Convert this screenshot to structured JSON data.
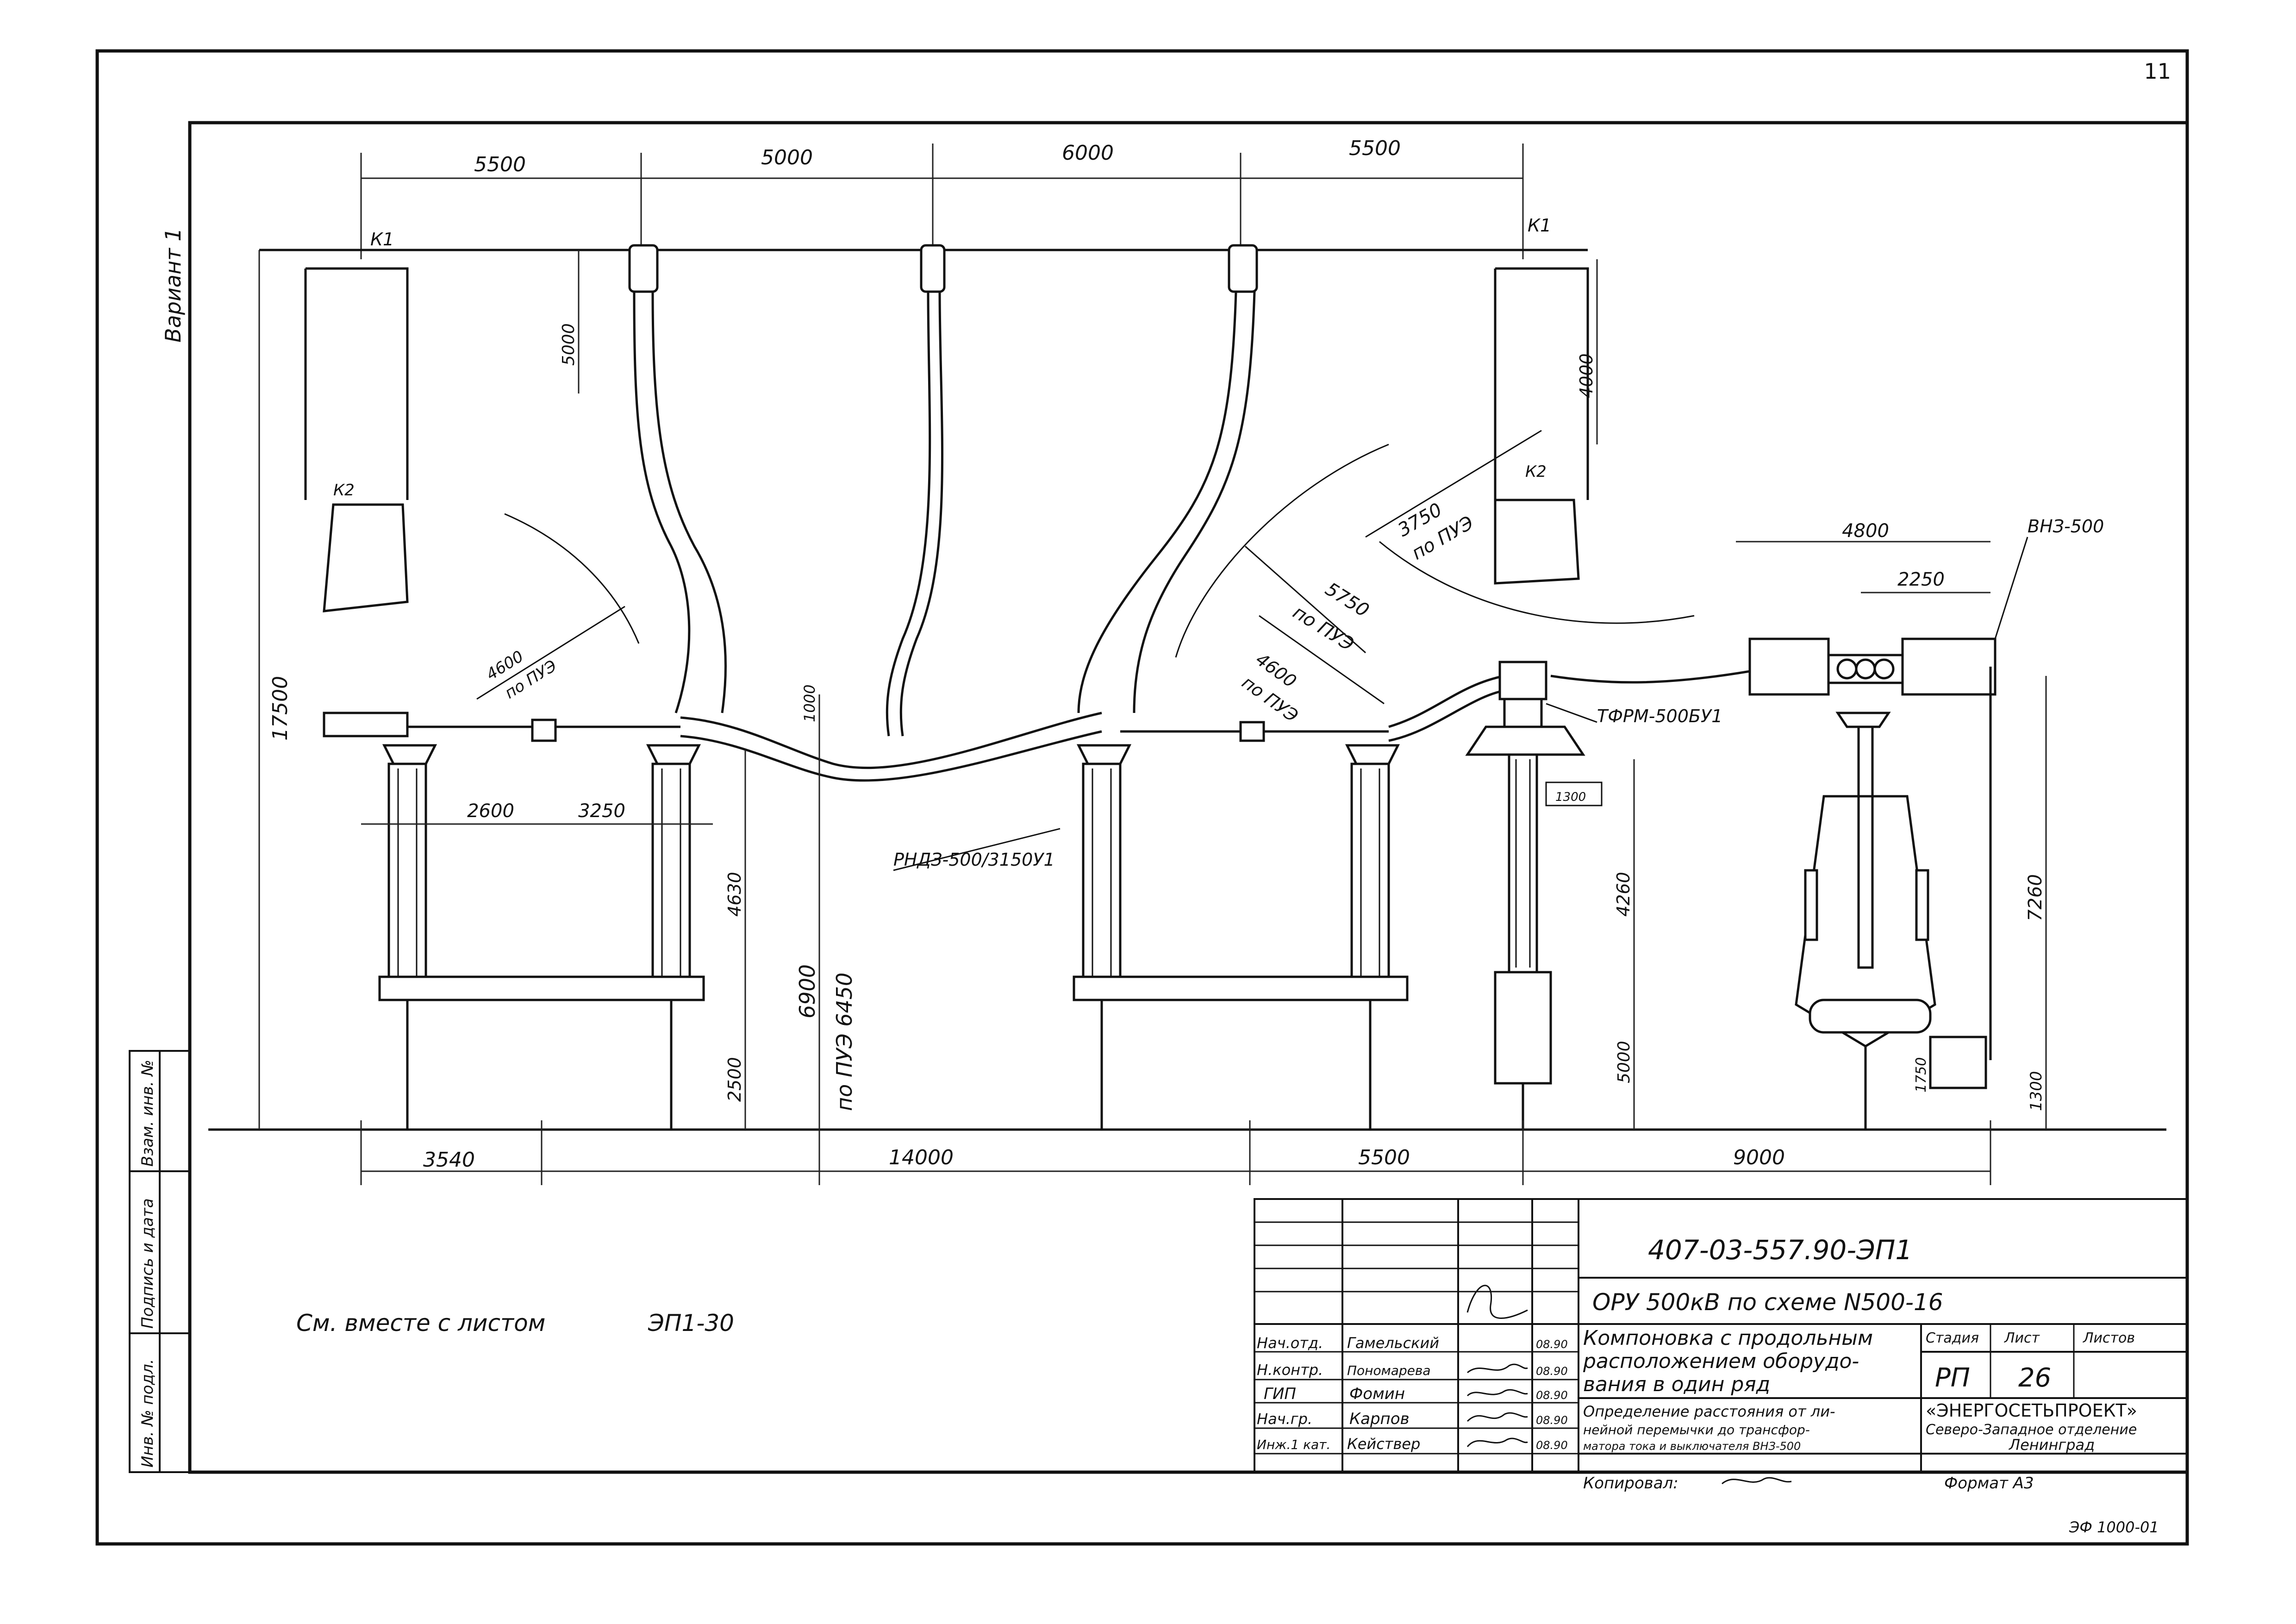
{
  "drawing": {
    "variant_label": "Вариант 1",
    "top_dims": [
      "5500",
      "5000",
      "6000",
      "5500"
    ],
    "bottom_dims": [
      "3540",
      "14000",
      "5500",
      "9000"
    ],
    "bus_marks": {
      "k1_left": "К1",
      "k1_right": "К1",
      "k2_left": "К2",
      "k2_right": "К2"
    },
    "vertical_dims": {
      "total_height": "17500",
      "drop_left": "5000",
      "drop_right": "4000",
      "lower_2500": "2500",
      "mid_4630": "4630",
      "center_6900": "6900",
      "center_pue": "по ПУЭ 6450",
      "sag_1000": "1000",
      "ct_4260": "4260",
      "ct_5000": "5000",
      "ct_small": "1300",
      "right_7260": "7260",
      "right_1300": "1300",
      "right_1750": "1750"
    },
    "radii": {
      "left": "4600",
      "left_sub": "по ПУЭ",
      "r1": "3750",
      "r1_sub": "по ПУЭ",
      "r2": "5750",
      "r2_sub": "по ПУЭ",
      "r3": "4600",
      "r3_sub": "по ПУЭ"
    },
    "horizontal_dims": {
      "d2600": "2600",
      "d3250": "3250",
      "d4800": "4800",
      "d2250": "2250"
    },
    "equipment": {
      "disconnector": "РНДЗ-500/3150У1",
      "current_transformer": "ТФРМ-500БУ1",
      "earthing_switch": "ВНЗ-500"
    },
    "see_also": {
      "text": "См. вместе с листом",
      "sheet": "ЭП1-30"
    },
    "sheet_corner": "11"
  },
  "left_stamp": [
    "Инв. № подл.",
    "Подпись и дата",
    "Взам. инв. №"
  ],
  "title_block": {
    "code": "407-03-557.90-ЭП1",
    "subject": "ОРУ 500кВ по схеме N500-16",
    "title_lines": [
      "Компоновка с продольным",
      "расположением оборудо-",
      "вания в один ряд"
    ],
    "subtitle_lines": [
      "Определение расстояния от ли-",
      "нейной перемычки до трансфор-",
      "матора тока и выключателя ВНЗ-500"
    ],
    "roles": [
      "Нач.отд.",
      "Н.контр.",
      "ГИП",
      "Нач.гр.",
      "Инж.1 кат."
    ],
    "names": [
      "Гамельский",
      "Пономарева",
      "Фомин",
      "Карпов",
      "Кействер"
    ],
    "dates": [
      "08.90",
      "08.90",
      "08.90",
      "08.90",
      "08.90"
    ],
    "stage_header": "Стадия",
    "sheet_header": "Лист",
    "sheets_header": "Листов",
    "stage": "РП",
    "sheet": "26",
    "org_lines": [
      "«ЭНЕРГОСЕТЬПРОЕКТ»",
      "Северо-Западное отделение",
      "Ленинград"
    ],
    "copied": "Копировал:",
    "format": "Формат А3",
    "form_code": "ЭФ 1000-01"
  }
}
